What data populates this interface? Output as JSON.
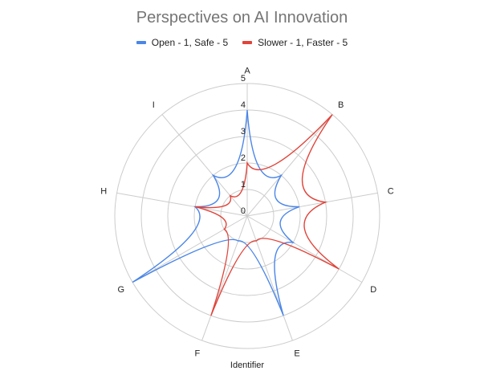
{
  "chart_data": {
    "type": "radar",
    "title": "Perspectives on AI Innovation",
    "axis_title": "Identifier",
    "categories": [
      "A",
      "B",
      "C",
      "D",
      "E",
      "F",
      "G",
      "H",
      "I"
    ],
    "rlim": [
      0,
      5
    ],
    "ticks": [
      "0",
      "1",
      "2",
      "3",
      "4",
      "5"
    ],
    "grid": true,
    "legend_position": "top",
    "series": [
      {
        "name": "Open - 1, Safe - 5",
        "color": "#4a86e8",
        "values": [
          4,
          2,
          2,
          2,
          4,
          1,
          5,
          2,
          2
        ]
      },
      {
        "name": "Slower - 1, Faster - 5",
        "color": "#e0443a",
        "values": [
          2,
          5,
          3,
          4,
          1,
          4,
          1,
          2,
          1
        ]
      }
    ]
  }
}
